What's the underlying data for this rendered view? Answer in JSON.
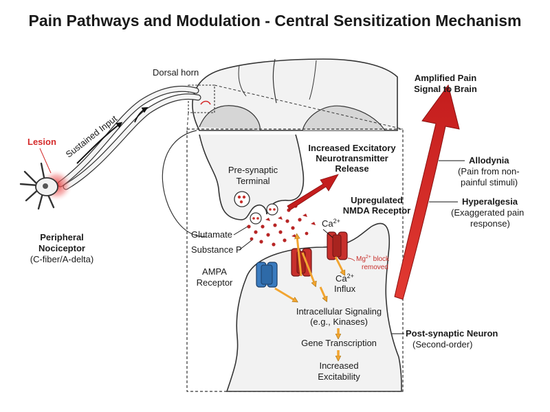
{
  "title": "Pain Pathways and Modulation - Central Sensitization Mechanism",
  "labels": {
    "dorsal_horn": "Dorsal horn",
    "sustained_input": "Sustained Input",
    "lesion": "Lesion",
    "peripheral_nociceptor": "Peripheral",
    "peripheral_nociceptor_2": "Nociceptor",
    "fiber_type": "(C-fiber/A-delta)",
    "presynaptic_1": "Pre-synaptic",
    "presynaptic_2": "Terminal",
    "increased_release_1": "Increased Excitatory",
    "increased_release_2": "Neurotransmitter",
    "increased_release_3": "Release",
    "glutamate": "Glutamate",
    "substance_p": "Substance P",
    "ampa_1": "AMPA",
    "ampa_2": "Receptor",
    "nmda_1": "Upregulated",
    "nmda_2": "NMDA Receptor",
    "ca_top": "Ca",
    "ca_sup": "2+",
    "mg_block_1": "Mg",
    "mg_block_sup": "2+",
    "mg_block_1b": " block",
    "mg_block_2": "removed",
    "ca_influx_1": "Ca",
    "ca_influx_sup": "2+",
    "ca_influx_2": "Influx",
    "intracellular_1": "Intracellular Signaling",
    "intracellular_2": "(e.g., Kinases)",
    "gene_transcription": "Gene Transcription",
    "excitability_1": "Increased",
    "excitability_2": "Excitability",
    "postsynaptic_1": "Post-synaptic Neuron",
    "postsynaptic_2": "(Second-order)",
    "amplified_1": "Amplified Pain",
    "amplified_2": "Signal to Brain",
    "allodynia": "Allodynia",
    "allodynia_d1": "(Pain from non-",
    "allodynia_d2": "painful stimuli)",
    "hyperalgesia": "Hyperalgesia",
    "hyperalgesia_d1": "(Exaggerated pain",
    "hyperalgesia_d2": "response)"
  },
  "colors": {
    "accent_red": "#d42a2a",
    "orange_arrow": "#f2a531",
    "receptor_blue": "#3a7bbf",
    "receptor_red": "#c8302c",
    "tissue_fill": "#ededed",
    "tissue_stroke": "#333333"
  }
}
